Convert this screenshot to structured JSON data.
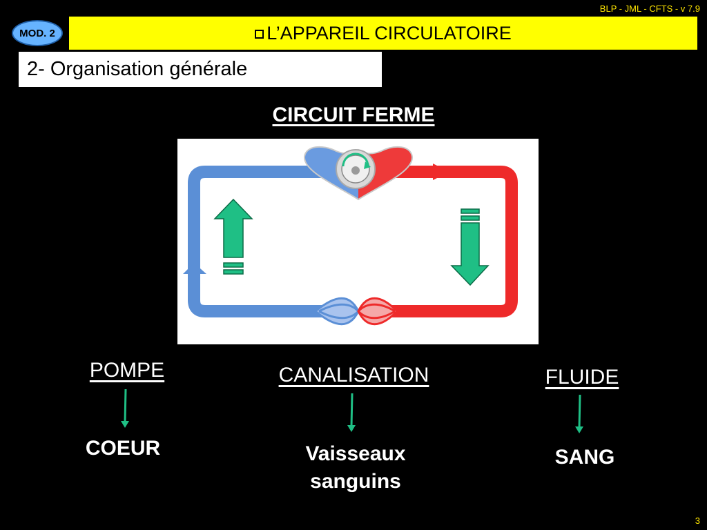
{
  "header": {
    "version": "BLP - JML - CFTS - v 7.9",
    "module_badge": "MOD. 2",
    "title": "L’APPAREIL CIRCULATOIRE"
  },
  "section": {
    "title": "2- Organisation générale"
  },
  "diagram": {
    "title": "CIRCUIT FERME",
    "colors": {
      "venous": "#5b8fd6",
      "arterial": "#ee2a2a",
      "flow_arrows": "#1fbf85"
    }
  },
  "components": [
    {
      "category": "POMPE",
      "element": "COEUR"
    },
    {
      "category": "CANALISATION",
      "element_line1": "Vaisseaux",
      "element_line2": "sanguins"
    },
    {
      "category": "FLUIDE",
      "element": "SANG"
    }
  ],
  "footer": {
    "page_number": "3"
  }
}
